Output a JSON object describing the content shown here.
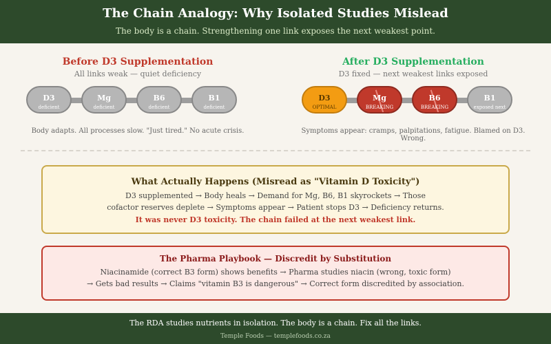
{
  "header": {
    "title": "The Chain Analogy: Why Isolated Studies Mislead",
    "subtitle": "The body is a chain. Strengthening one link exposes the next weakest point."
  },
  "before": {
    "title": "Before D3 Supplementation",
    "subtitle": "All links weak — quiet deficiency",
    "links": [
      {
        "symbol": "D3",
        "status": "deficient"
      },
      {
        "symbol": "Mg",
        "status": "deficient"
      },
      {
        "symbol": "B6",
        "status": "deficient"
      },
      {
        "symbol": "B1",
        "status": "deficient"
      }
    ],
    "caption": "Body adapts. All processes slow. \"Just tired.\" No acute crisis."
  },
  "after": {
    "title": "After D3 Supplementation",
    "subtitle": "D3 fixed — next weakest links exposed",
    "links": [
      {
        "symbol": "D3",
        "status": "OPTIMAL"
      },
      {
        "symbol": "Mg",
        "status": "BREAKING"
      },
      {
        "symbol": "B6",
        "status": "BREAKING"
      },
      {
        "symbol": "B1",
        "status": "exposed next"
      }
    ],
    "caption": "Symptoms appear: cramps, palpitations, fatigue. Blamed on D3. Wrong."
  },
  "actual": {
    "title": "What Actually Happens (Misread as \"Vitamin D Toxicity\")",
    "line1": "D3 supplemented → Body heals → Demand for Mg, B6, B1 skyrockets → Those",
    "line2": "cofactor reserves deplete → Symptoms appear → Patient stops D3 → Deficiency returns.",
    "conclusion": "It was never D3 toxicity. The chain failed at the next weakest link."
  },
  "pharma": {
    "title": "The Pharma Playbook — Discredit by Substitution",
    "line1": "Niacinamide (correct B3 form) shows benefits → Pharma studies niacin (wrong, toxic form)",
    "line2": "→ Gets bad results → Claims \"vitamin B3 is dangerous\" → Correct form discredited by association."
  },
  "footer": {
    "main": "The RDA studies nutrients in isolation. The body is a chain. Fix all the links.",
    "credit": "Temple Foods — templefoods.co.za"
  },
  "colors": {
    "header_bg": "#2d4a2b",
    "deficient_link": "#b6b6b6",
    "optimal_link": "#f39c12",
    "breaking_link": "#c0392b",
    "before_title": "#c0392b",
    "after_title": "#27ae60"
  }
}
